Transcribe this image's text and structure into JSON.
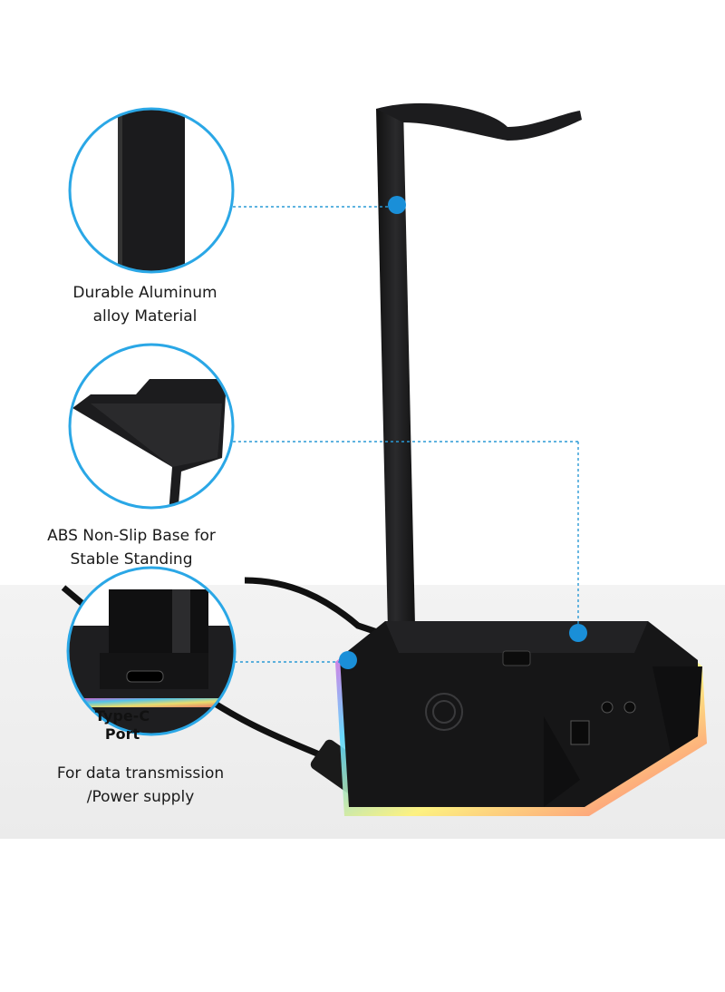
{
  "callouts": {
    "material": {
      "line1": "Durable Aluminum",
      "line2": "alloy Material"
    },
    "base": {
      "line1": "ABS Non-Slip Base for",
      "line2": "Stable Standing"
    },
    "port": {
      "title_line1": "Type-C",
      "title_line2": "Port",
      "line1": "For data transmission",
      "line2": "/Power supply"
    }
  },
  "colors": {
    "accent": "#1a8fd8",
    "ring": "#2aa7e6",
    "product": "#1c1c1e",
    "floor": "#f0f0f0"
  }
}
